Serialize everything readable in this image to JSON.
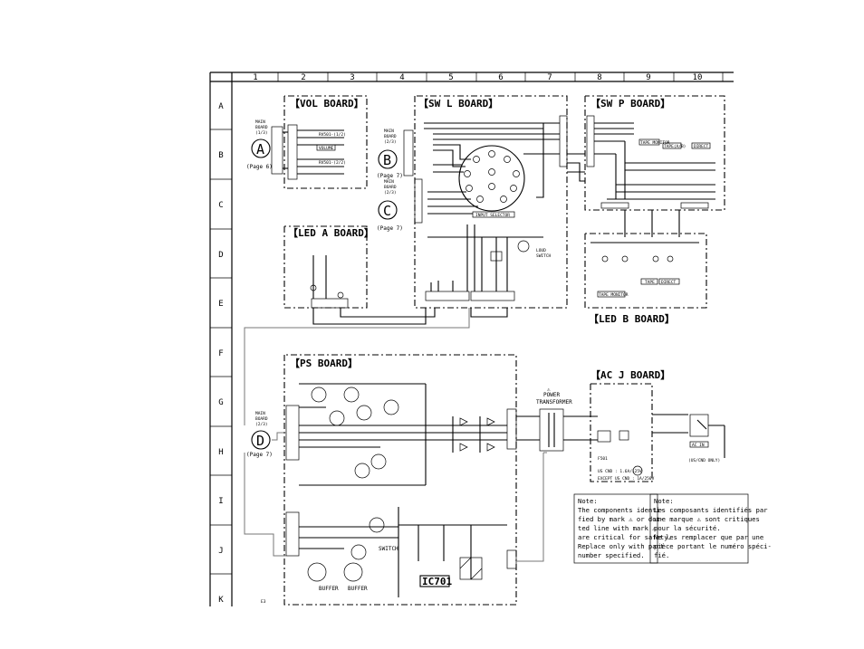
{
  "grid": {
    "columns": [
      "1",
      "2",
      "3",
      "4",
      "5",
      "6",
      "7",
      "8",
      "9",
      "10"
    ],
    "rows": [
      "A",
      "B",
      "C",
      "D",
      "E",
      "F",
      "G",
      "H",
      "I",
      "J",
      "K"
    ]
  },
  "boards": {
    "vol": "【VOL BOARD】",
    "sw_l": "【SW L BOARD】",
    "sw_p": "【SW P BOARD】",
    "led_a": "【LED A BOARD】",
    "led_b": "【LED B BOARD】",
    "ps": "【PS BOARD】",
    "ac_j": "【AC J BOARD】"
  },
  "connectors": {
    "A": {
      "letter": "A",
      "page": "(Page 6)"
    },
    "B": {
      "letter": "B",
      "page": "(Page 7)"
    },
    "C": {
      "letter": "C",
      "page": "(Page 7)"
    },
    "D": {
      "letter": "D",
      "page": "(Page 7)"
    }
  },
  "labels": {
    "main_a": [
      "MAIN",
      "BOARD",
      "(1/3)"
    ],
    "main_b": [
      "MAIN",
      "BOARD",
      "(2/3)"
    ],
    "main_c": [
      "MAIN",
      "BOARD",
      "(2/3)"
    ],
    "main_d": [
      "MAIN",
      "BOARD",
      "(2/3)"
    ],
    "volume": "VOLUME",
    "input_selector": "INPUT SELECTOR",
    "tape_monitor": "TAPE MONITOR",
    "tape_a_b": "TAPE(A/B)",
    "direct": "DIRECT",
    "tape": "TAPE",
    "power_transformer": [
      "POWER",
      "TRANSFORMER"
    ],
    "loudness_switch": [
      "LOUD",
      "SWITCH"
    ],
    "ic701": "IC701",
    "buffer_1": "BUFFER",
    "buffer_2": "BUFFER",
    "switch": "SWITCH",
    "fuse": "F501",
    "fuse_spec": [
      "US CND : 1.6A/125V",
      "EXCEPT US CND : 1A/250V"
    ],
    "ac_in": "AC IN",
    "us_cnd_only": "(US/CND ONLY)",
    "drawing_code": "E3"
  },
  "notes": {
    "english": [
      "Note:",
      "The components identi-",
      "fied by mark ⚠ or dot-",
      "ted line with mark ⚠",
      "are critical for safety.",
      "Replace only with part",
      "number specified."
    ],
    "french": [
      "Note:",
      "Les composants identifiés par",
      "une marque ⚠ sont critiques",
      "pour la sécurité.",
      "Ne les remplacer que par une",
      "pièce portant le numéro spéci-",
      "fié."
    ]
  },
  "colors": {
    "ink": "#000000",
    "paper": "#ffffff",
    "gray_wire": "#777777"
  }
}
